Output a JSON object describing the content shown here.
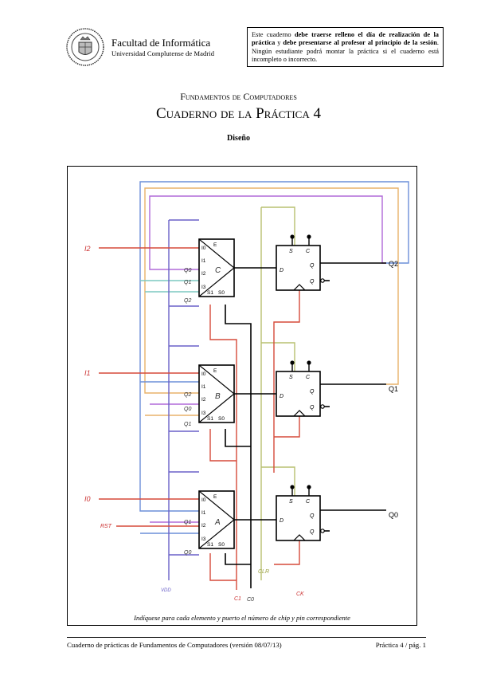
{
  "header": {
    "faculty": "Facultad de Informática",
    "university": "Universidad Complutense de Madrid",
    "notice": {
      "p1": "Este cuaderno ",
      "b1": "debe traerse relleno el día de realización de la práctica",
      "p2": " y ",
      "b2": "debe presentarse al profesor al principio de la sesión",
      "p3": ". Ningún estudiante podrá montar la práctica si el cuaderno está incompleto o incorrecto."
    }
  },
  "course": "Fundamentos de Computadores",
  "title": "Cuaderno de la Práctica 4",
  "section": "Diseño",
  "diagram": {
    "mux_pins": {
      "e": "E",
      "i0": "I0",
      "i1": "I1",
      "i2": "I2",
      "i3": "I3",
      "s1": "S1",
      "s0": "S0"
    },
    "ff_pins": {
      "s": "S",
      "c": "C",
      "d": "D",
      "q": "Q"
    },
    "mux_marks": [
      "C",
      "B",
      "A"
    ],
    "outputs": [
      "Q2",
      "Q1",
      "Q0"
    ],
    "input_labels": [
      "I2",
      "I1",
      "I0"
    ],
    "handwritten": {
      "row2": [
        "Q0",
        "Q1",
        "Q2"
      ],
      "row1": [
        "Q2",
        "Q0",
        "Q1"
      ],
      "row0": [
        "Q1",
        "RST",
        "Q0"
      ]
    },
    "bottom_labels": [
      "C1",
      "C0",
      "CLR",
      "CK",
      "VDD"
    ]
  },
  "caption": "Indíquese para cada elemento y puerto el número de chip y pin correspondiente",
  "footer": {
    "left": "Cuaderno de prácticas de Fundamentos de Computadores (versión 08/07/13)",
    "right": "Práctica 4 / pág. 1"
  }
}
